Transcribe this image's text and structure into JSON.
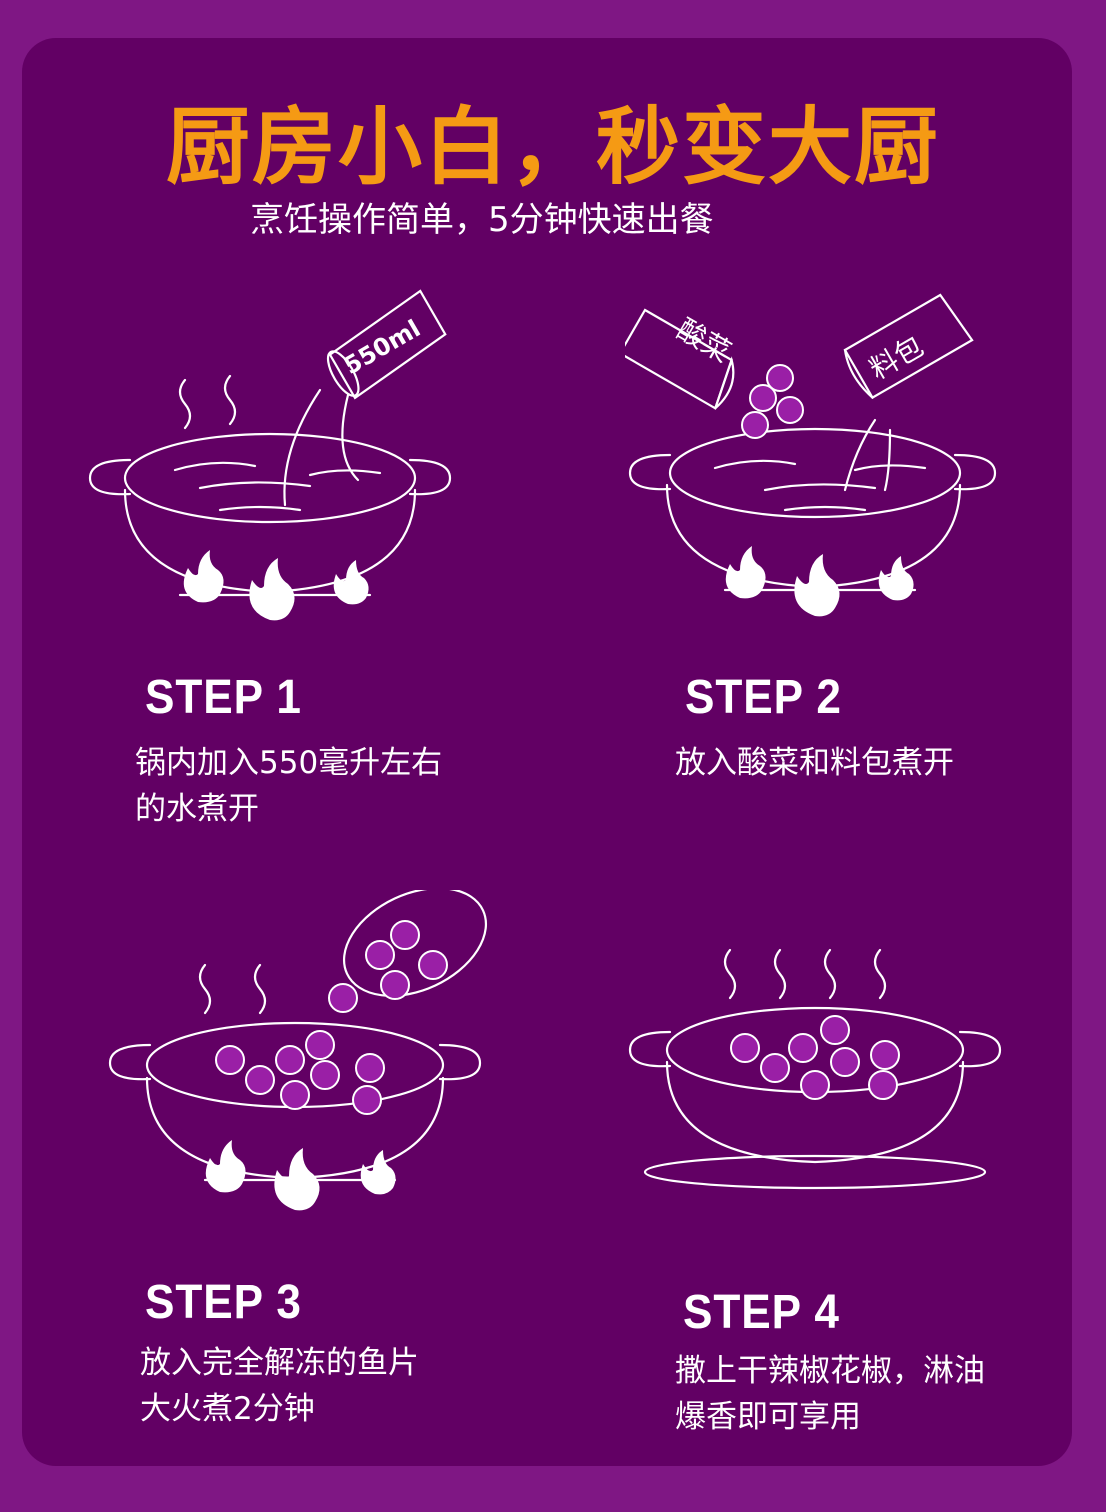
{
  "header": {
    "title": "厨房小白，秒变大厨",
    "subtitle": "烹饪操作简单，5分钟快速出餐"
  },
  "steps": [
    {
      "title": "STEP 1",
      "description": "锅内加入550毫升左右\n的水煮开",
      "label": "550ml"
    },
    {
      "title": "STEP 2",
      "description": "放入酸菜和料包煮开",
      "bag1": "酸菜",
      "bag2": "料包"
    },
    {
      "title": "STEP 3",
      "description": "放入完全解冻的鱼片\n大火煮2分钟"
    },
    {
      "title": "STEP 4",
      "description": "撒上干辣椒花椒，淋油\n爆香即可享用"
    }
  ],
  "colors": {
    "background": "#7f1784",
    "card": "#620064",
    "title": "#f59a14",
    "fish": "#9a1fa6"
  }
}
